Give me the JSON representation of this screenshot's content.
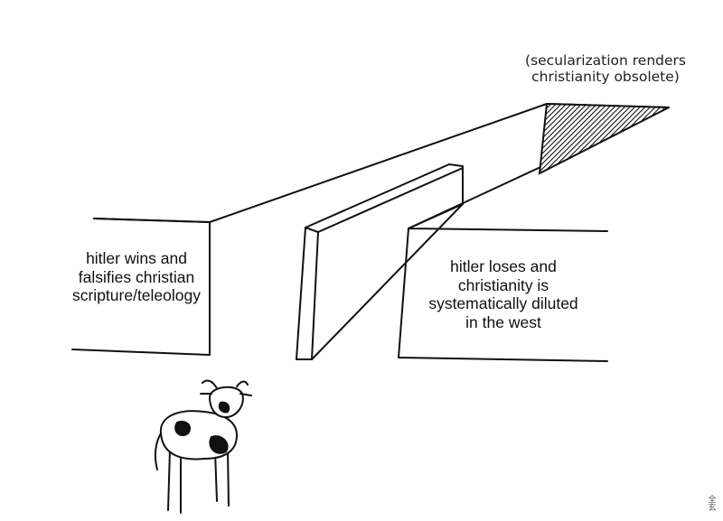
{
  "captions": {
    "top_path": "(secularization renders\nchristianity obsolete)",
    "left_wall": "hitler wins and\nfalsifies christian\nscripture/teleology",
    "right_wall": "hitler loses and\nchristianity is\nsystematically diluted\nin the west"
  },
  "signature_glyphs": "全玄",
  "colors": {
    "ink": "#111111",
    "paper": "#ffffff"
  },
  "icons": {
    "cow": "cow-illustration",
    "maze": "maze-walls-illustration"
  }
}
